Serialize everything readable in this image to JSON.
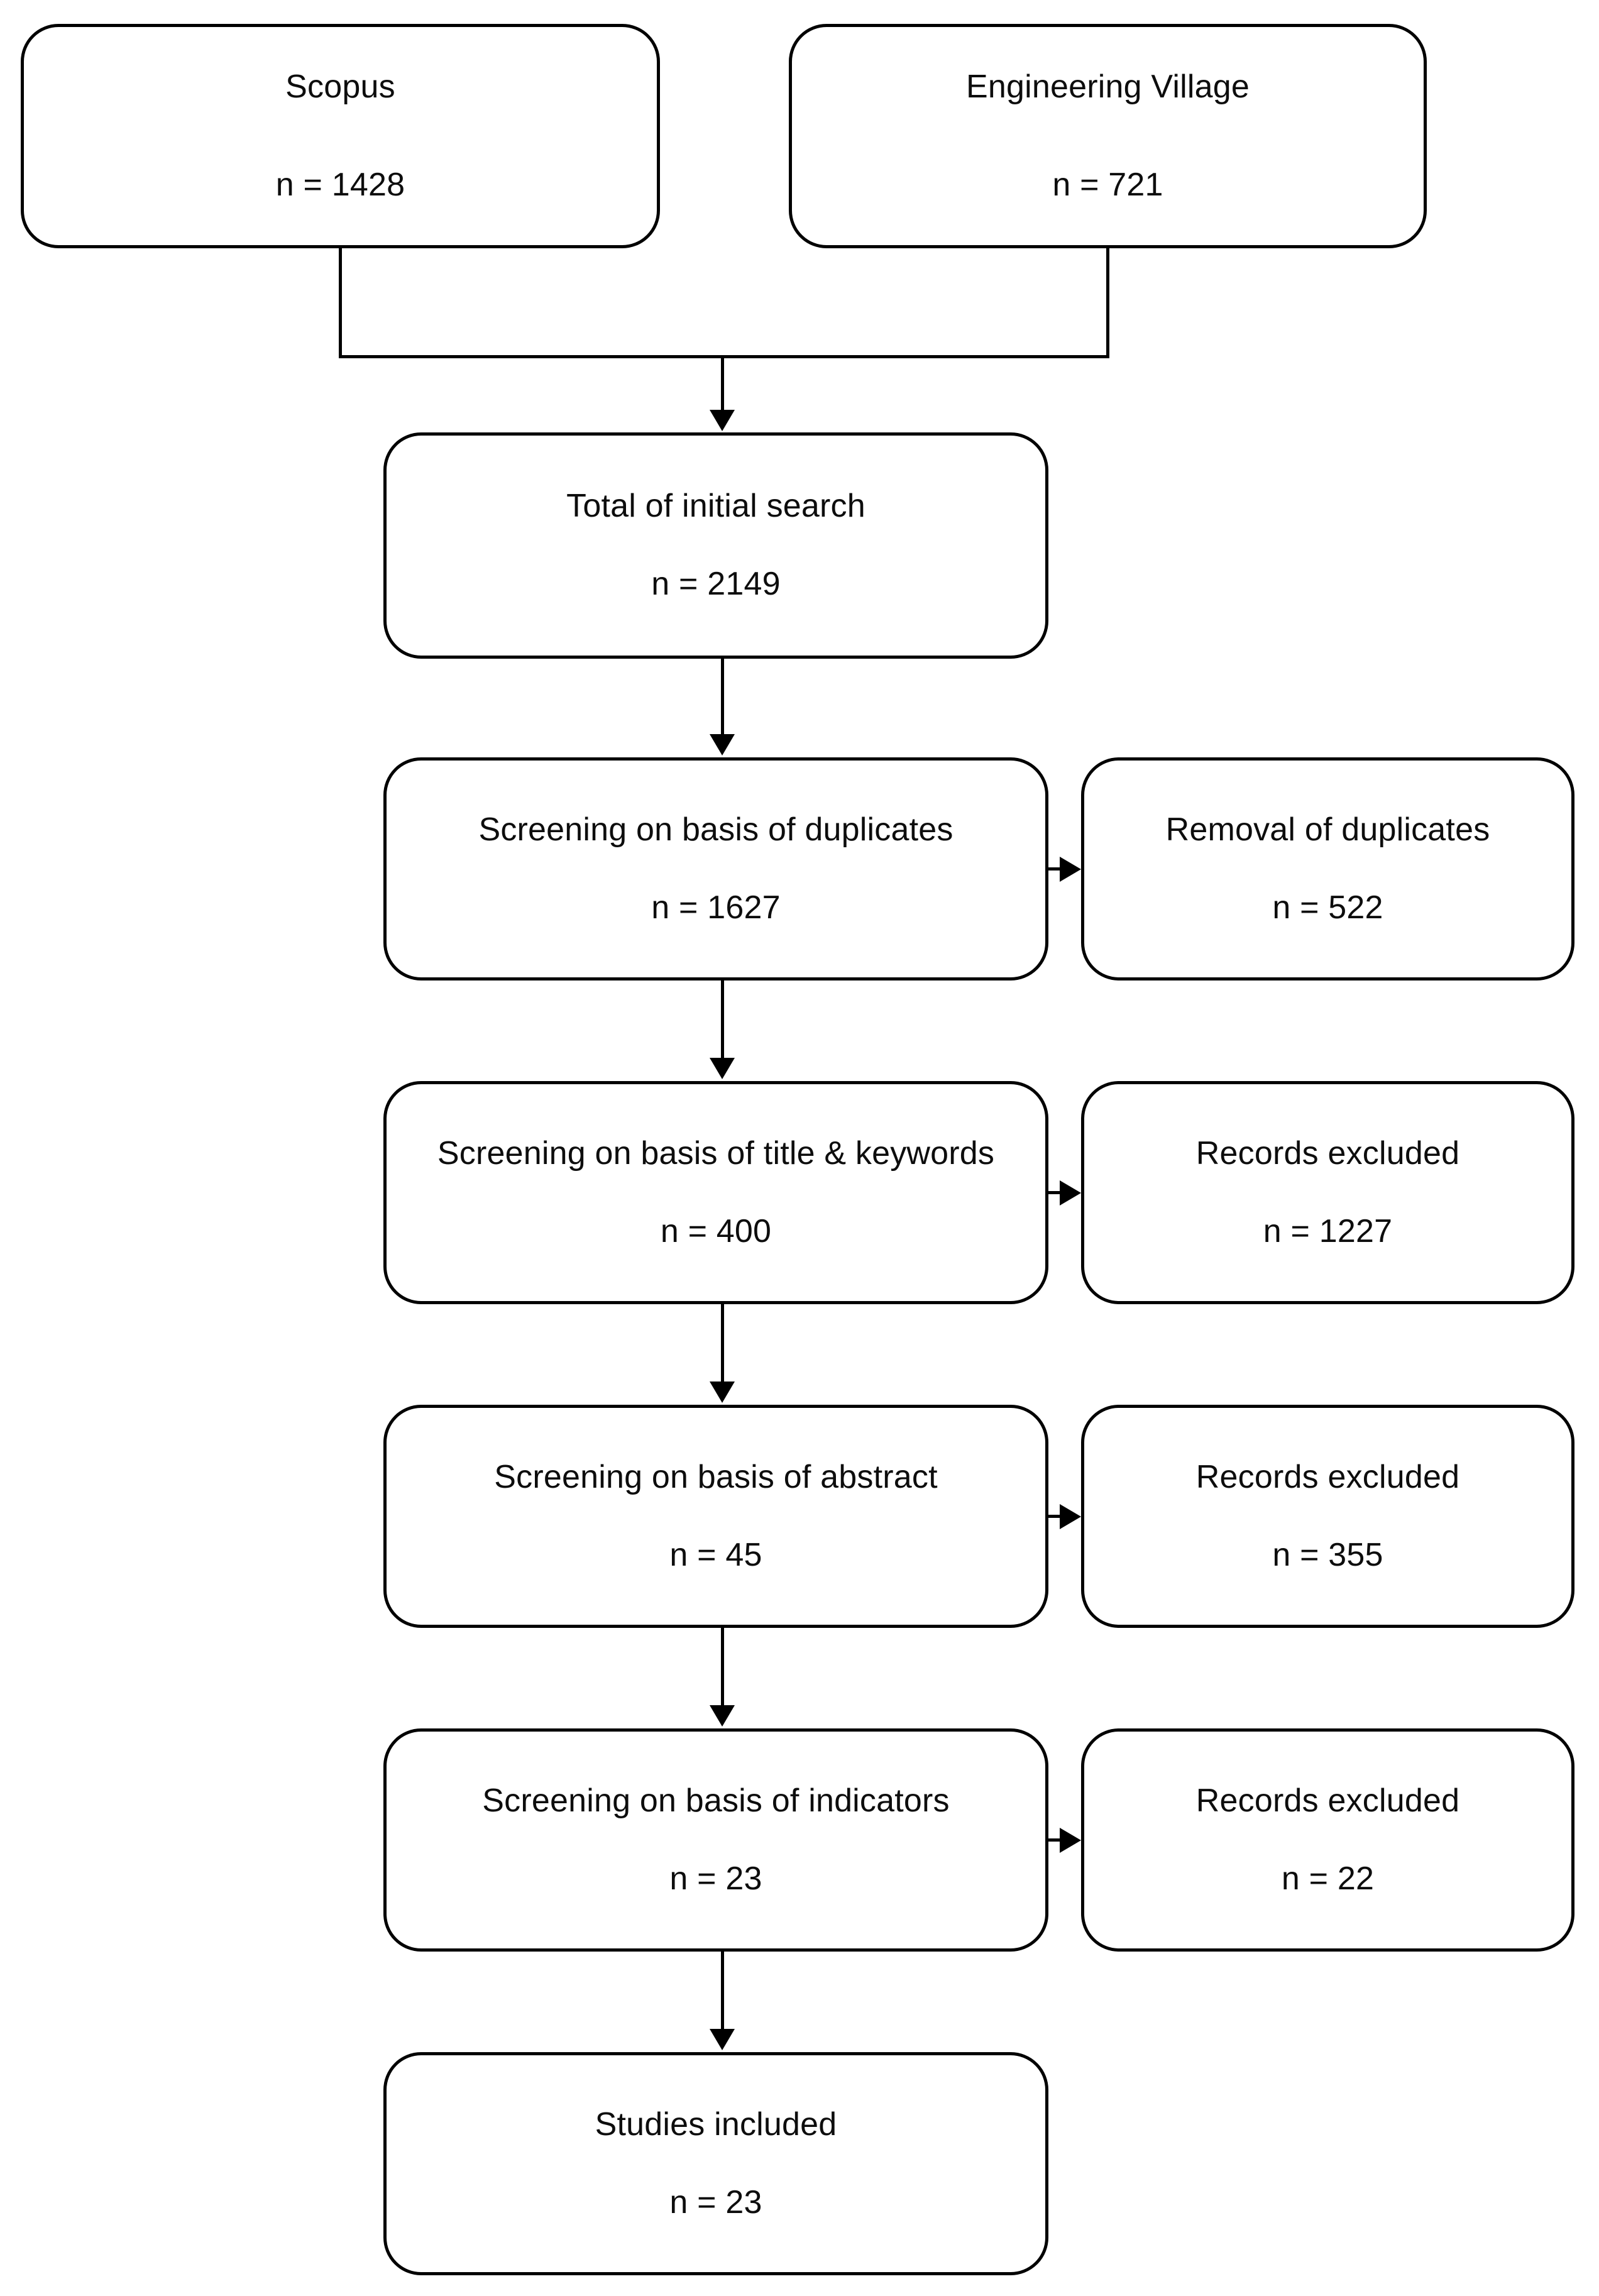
{
  "diagram": {
    "type": "prisma-flowchart",
    "orientation": "vertical",
    "colors": {
      "stroke": "#000000",
      "fill": "#ffffff",
      "text": "#0d0d0d"
    }
  },
  "sources": [
    {
      "label": "Scopus",
      "count": "n = 1428"
    },
    {
      "label": "Engineering Village",
      "count": "n = 721"
    }
  ],
  "stages": [
    {
      "label": "Total of initial search",
      "count": "n = 2149"
    },
    {
      "label": "Screening on basis of duplicates",
      "count": "n = 1627"
    },
    {
      "label": "Screening on basis of title & keywords",
      "count": "n = 400"
    },
    {
      "label": "Screening on basis of abstract",
      "count": "n = 45"
    },
    {
      "label": "Screening on basis of indicators",
      "count": "n = 23"
    },
    {
      "label": "Studies included",
      "count": "n = 23"
    }
  ],
  "exclusions": [
    {
      "label": "Removal of duplicates",
      "count": "n = 522"
    },
    {
      "label": "Records excluded",
      "count": "n = 1227"
    },
    {
      "label": "Records excluded",
      "count": "n = 355"
    },
    {
      "label": "Records excluded",
      "count": "n = 22"
    }
  ],
  "chart_data": {
    "type": "table",
    "title": "PRISMA record screening flow",
    "columns": [
      "stage",
      "records_in",
      "records_excluded"
    ],
    "rows": [
      {
        "stage": "Scopus",
        "records_in": 1428,
        "records_excluded": null
      },
      {
        "stage": "Engineering Village",
        "records_in": 721,
        "records_excluded": null
      },
      {
        "stage": "Total of initial search",
        "records_in": 2149,
        "records_excluded": null
      },
      {
        "stage": "Screening on basis of duplicates",
        "records_in": 1627,
        "records_excluded": 522
      },
      {
        "stage": "Screening on basis of title & keywords",
        "records_in": 400,
        "records_excluded": 1227
      },
      {
        "stage": "Screening on basis of abstract",
        "records_in": 45,
        "records_excluded": 355
      },
      {
        "stage": "Screening on basis of indicators",
        "records_in": 23,
        "records_excluded": 22
      },
      {
        "stage": "Studies included",
        "records_in": 23,
        "records_excluded": null
      }
    ]
  }
}
